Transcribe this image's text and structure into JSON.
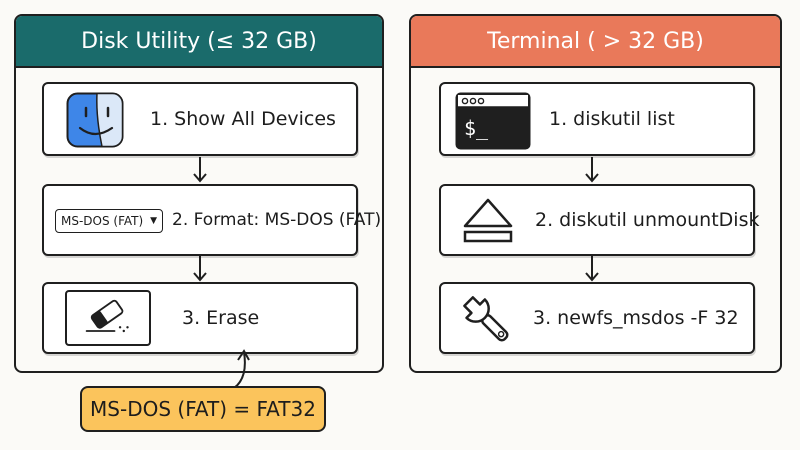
{
  "left_panel": {
    "title": "Disk Utility (≤ 32 GB)",
    "header_color": "#1a6b6b",
    "steps": [
      {
        "label": "1. Show All Devices",
        "icon": "finder-icon"
      },
      {
        "label": "2. Format: MS-DOS (FAT)",
        "icon": "dropdown",
        "dropdown_value": "MS-DOS (FAT)",
        "dropdown_caret": "▼"
      },
      {
        "label": "3. Erase",
        "icon": "eraser-icon"
      }
    ]
  },
  "right_panel": {
    "title": "Terminal ( > 32 GB)",
    "header_color": "#e9795a",
    "steps": [
      {
        "label": "1. diskutil  list",
        "icon": "terminal-icon",
        "prompt": "$_"
      },
      {
        "label": "2. diskutil unmountDisk",
        "icon": "eject-icon"
      },
      {
        "label": "3. newfs_msdos -F 32",
        "icon": "wrench-icon"
      }
    ]
  },
  "note": {
    "text": "MS-DOS (FAT) = FAT32",
    "color": "#fbc45c"
  }
}
